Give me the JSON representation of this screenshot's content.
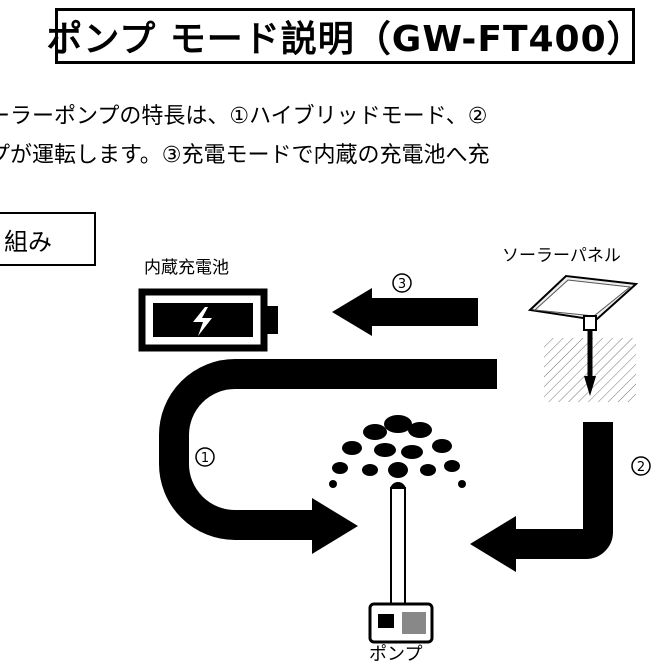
{
  "title": "ポンプ モード説明（GW-FT400）",
  "intro": {
    "line1": "ーラーポンプの特長は、①ハイブリッドモード、②",
    "line2": "プが運転します。③充電モードで内蔵の充電池へ充"
  },
  "section_label": "組み",
  "labels": {
    "battery": "内蔵充電池",
    "solar_panel": "ソーラーパネル",
    "pump": "ポンプ"
  },
  "markers": {
    "route1": "1",
    "route2": "2",
    "route3": "3"
  }
}
